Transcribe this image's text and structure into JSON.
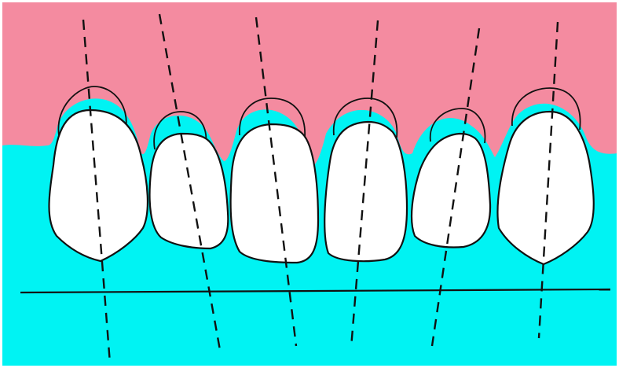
{
  "colors": {
    "gum": "#f48ba0",
    "background_tissue": "#00f3f3",
    "tooth": "#ffffff",
    "outline": "#111111",
    "border": "#ffffff"
  },
  "teeth": [
    {
      "name": "right-canine"
    },
    {
      "name": "right-lateral-incisor"
    },
    {
      "name": "right-central-incisor"
    },
    {
      "name": "left-central-incisor"
    },
    {
      "name": "left-lateral-incisor"
    },
    {
      "name": "left-canine"
    }
  ],
  "reference_line": {
    "name": "occlusal-plane-line"
  }
}
